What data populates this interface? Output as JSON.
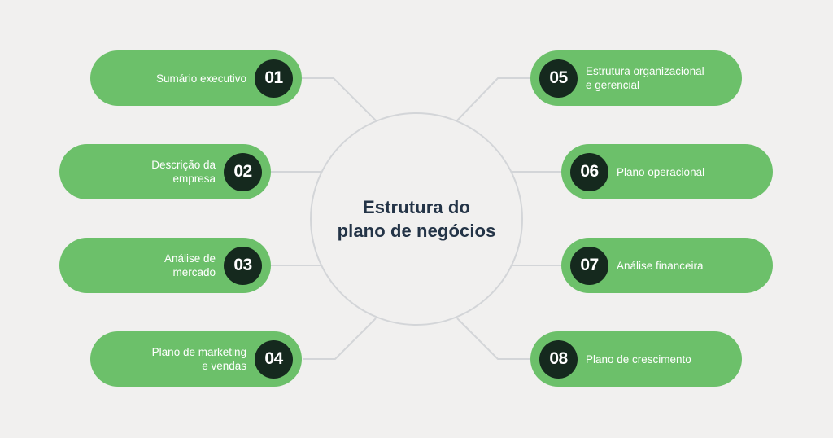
{
  "colors": {
    "background": "#F1F0EF",
    "pill": "#6CC06A",
    "badge": "#15291E",
    "hub_text": "#243447",
    "connector": "#D3D5D8"
  },
  "hub": {
    "title_line1": "Estrutura do",
    "title_line2": "plano de negócios"
  },
  "sections": [
    {
      "number": "01",
      "line1": "Sumário executivo",
      "line2": ""
    },
    {
      "number": "02",
      "line1": "Descrição da",
      "line2": "empresa"
    },
    {
      "number": "03",
      "line1": "Análise de",
      "line2": "mercado"
    },
    {
      "number": "04",
      "line1": "Plano de marketing",
      "line2": "e vendas"
    },
    {
      "number": "05",
      "line1": "Estrutura organizacional",
      "line2": "e gerencial"
    },
    {
      "number": "06",
      "line1": "Plano operacional",
      "line2": ""
    },
    {
      "number": "07",
      "line1": "Análise financeira",
      "line2": ""
    },
    {
      "number": "08",
      "line1": "Plano de crescimento",
      "line2": ""
    }
  ]
}
